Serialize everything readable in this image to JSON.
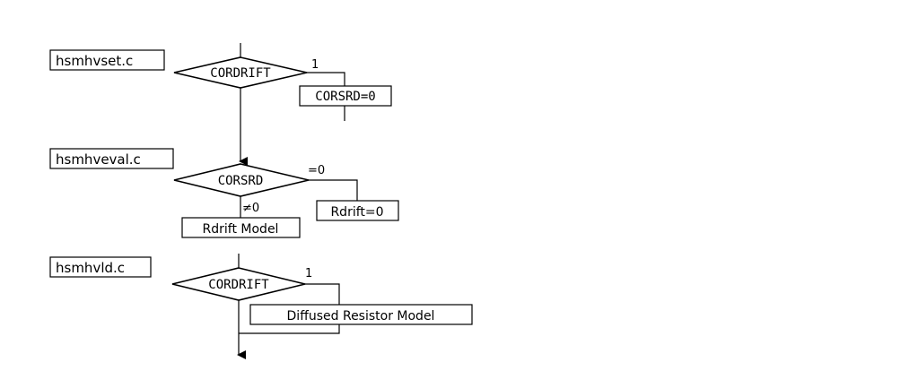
{
  "sections": [
    {
      "file": "hsmhvset.c",
      "decision": "CORDRIFT",
      "branch_label": "1",
      "action": "CORSRD=0"
    },
    {
      "file": "hsmhveval.c",
      "decision": "CORSRD",
      "branch_right_label": "=0",
      "branch_right_action": "Rdrift=0",
      "branch_down_label": "≠0",
      "branch_down_action": "Rdrift Model"
    },
    {
      "file": "hsmhvld.c",
      "decision": "CORDRIFT",
      "branch_label": "1",
      "action": "Diffused Resistor Model"
    }
  ]
}
